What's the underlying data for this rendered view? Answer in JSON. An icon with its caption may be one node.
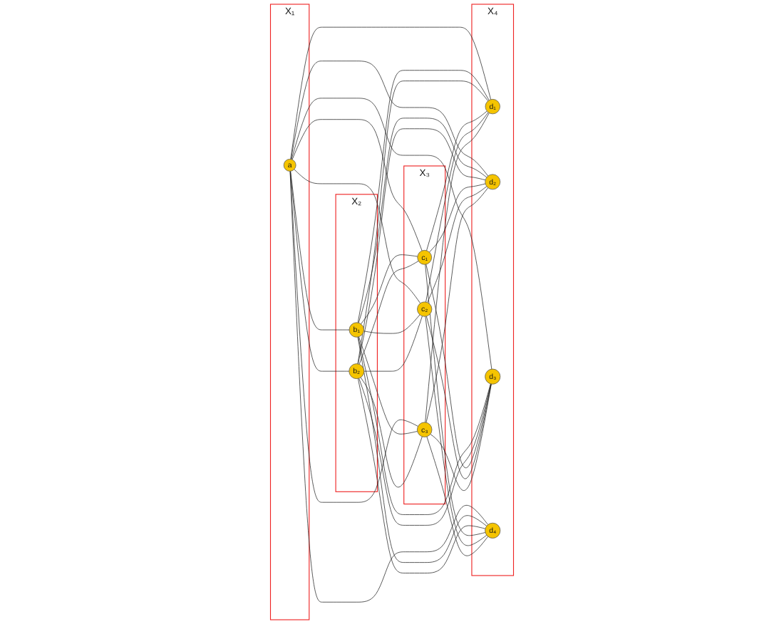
{
  "diagram": {
    "nodes": [
      {
        "text": [
          "X₁"
        ]
      },
      {
        "text": [
          "a"
        ],
        "in": 0
      },
      {
        "text": [
          "X₂"
        ]
      },
      {
        "text": [
          "b₁"
        ],
        "in": 2
      },
      {
        "text": [
          "b₂"
        ],
        "in": 2
      },
      {
        "text": [
          "X₃"
        ]
      },
      {
        "text": [
          "c₁"
        ],
        "in": 5
      },
      {
        "text": [
          "c₂"
        ],
        "in": 5
      },
      {
        "text": [
          "c₃"
        ],
        "in": 5
      },
      {
        "text": [
          "X₄"
        ]
      },
      {
        "text": [
          "d₁"
        ],
        "in": 9
      },
      {
        "text": [
          "d₂"
        ],
        "in": 9
      },
      {
        "text": [
          "d₃"
        ],
        "in": 9
      },
      {
        "text": [
          "d₄"
        ],
        "in": 9
      }
    ],
    "edges": [
      {
        "from": 1,
        "to": 3,
        "arrow": "none"
      },
      {
        "from": 1,
        "to": 4,
        "arrow": "none"
      },
      {
        "from": 1,
        "to": 6,
        "arrow": "none"
      },
      {
        "from": 1,
        "to": 7,
        "arrow": "none"
      },
      {
        "from": 1,
        "to": 8,
        "arrow": "none"
      },
      {
        "from": 1,
        "to": 10,
        "arrow": "none"
      },
      {
        "from": 1,
        "to": 11,
        "arrow": "none"
      },
      {
        "from": 1,
        "to": 12,
        "arrow": "none"
      },
      {
        "from": 1,
        "to": 13,
        "arrow": "none"
      },
      {
        "from": 3,
        "to": 6,
        "arrow": "none"
      },
      {
        "from": 3,
        "to": 7,
        "arrow": "none"
      },
      {
        "from": 3,
        "to": 8,
        "arrow": "none"
      },
      {
        "from": 4,
        "to": 6,
        "arrow": "none"
      },
      {
        "from": 4,
        "to": 7,
        "arrow": "none"
      },
      {
        "from": 4,
        "to": 8,
        "arrow": "none"
      },
      {
        "from": 3,
        "to": 10,
        "arrow": "none"
      },
      {
        "from": 3,
        "to": 11,
        "arrow": "none"
      },
      {
        "from": 3,
        "to": 12,
        "arrow": "none"
      },
      {
        "from": 3,
        "to": 13,
        "arrow": "none"
      },
      {
        "from": 4,
        "to": 10,
        "arrow": "none"
      },
      {
        "from": 4,
        "to": 11,
        "arrow": "none"
      },
      {
        "from": 4,
        "to": 12,
        "arrow": "none"
      },
      {
        "from": 4,
        "to": 13,
        "arrow": "none"
      },
      {
        "from": 6,
        "to": 10,
        "arrow": "none"
      },
      {
        "from": 6,
        "to": 11,
        "arrow": "none"
      },
      {
        "from": 6,
        "to": 12,
        "arrow": "none"
      },
      {
        "from": 6,
        "to": 13,
        "arrow": "none"
      },
      {
        "from": 7,
        "to": 10,
        "arrow": "none"
      },
      {
        "from": 7,
        "to": 11,
        "arrow": "none"
      },
      {
        "from": 7,
        "to": 12,
        "arrow": "none"
      },
      {
        "from": 7,
        "to": 13,
        "arrow": "none"
      },
      {
        "from": 8,
        "to": 10,
        "arrow": "none"
      },
      {
        "from": 8,
        "to": 11,
        "arrow": "none"
      },
      {
        "from": 8,
        "to": 12,
        "arrow": "none"
      },
      {
        "from": 8,
        "to": 13,
        "arrow": "none"
      }
    ]
  }
}
